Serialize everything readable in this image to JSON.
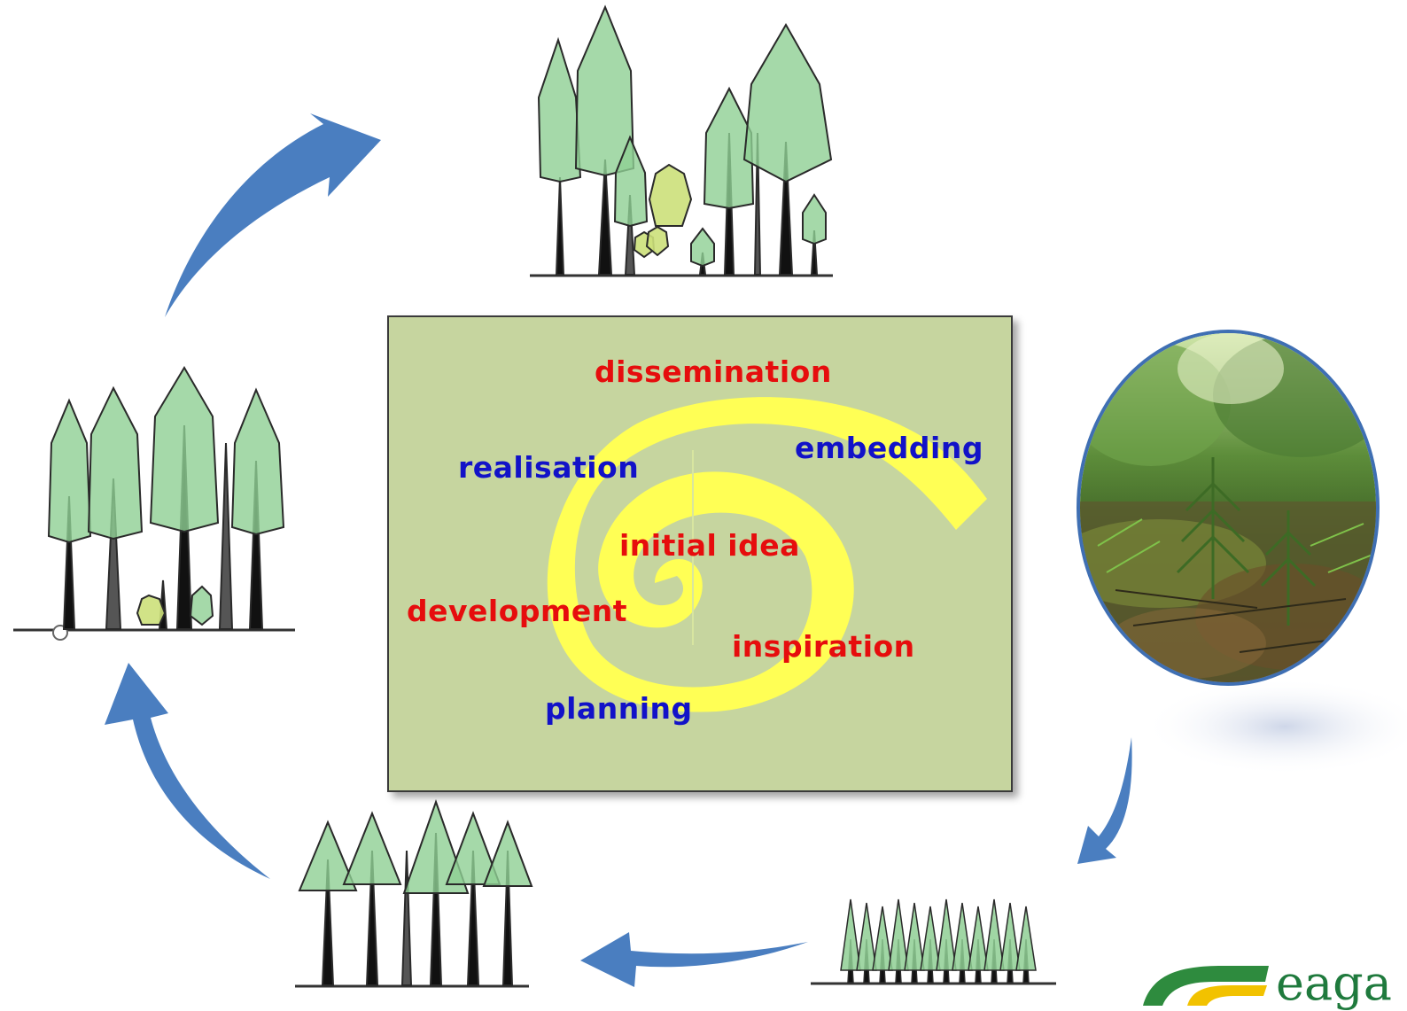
{
  "spiral_labels": {
    "dissemination": "dissemination",
    "embedding": "embedding",
    "realisation": "realisation",
    "initial_idea": "initial idea",
    "development": "development",
    "inspiration": "inspiration",
    "planning": "planning"
  },
  "logo": {
    "text": "eaga"
  },
  "colors": {
    "panel": "#c6d59f",
    "spiral": "#ffff55",
    "label_red": "#e60d0d",
    "label_blue": "#1212c8",
    "arrow": "#4a7ec0",
    "tree_green": "#8fcf94",
    "young_tree": "#cce07a"
  }
}
